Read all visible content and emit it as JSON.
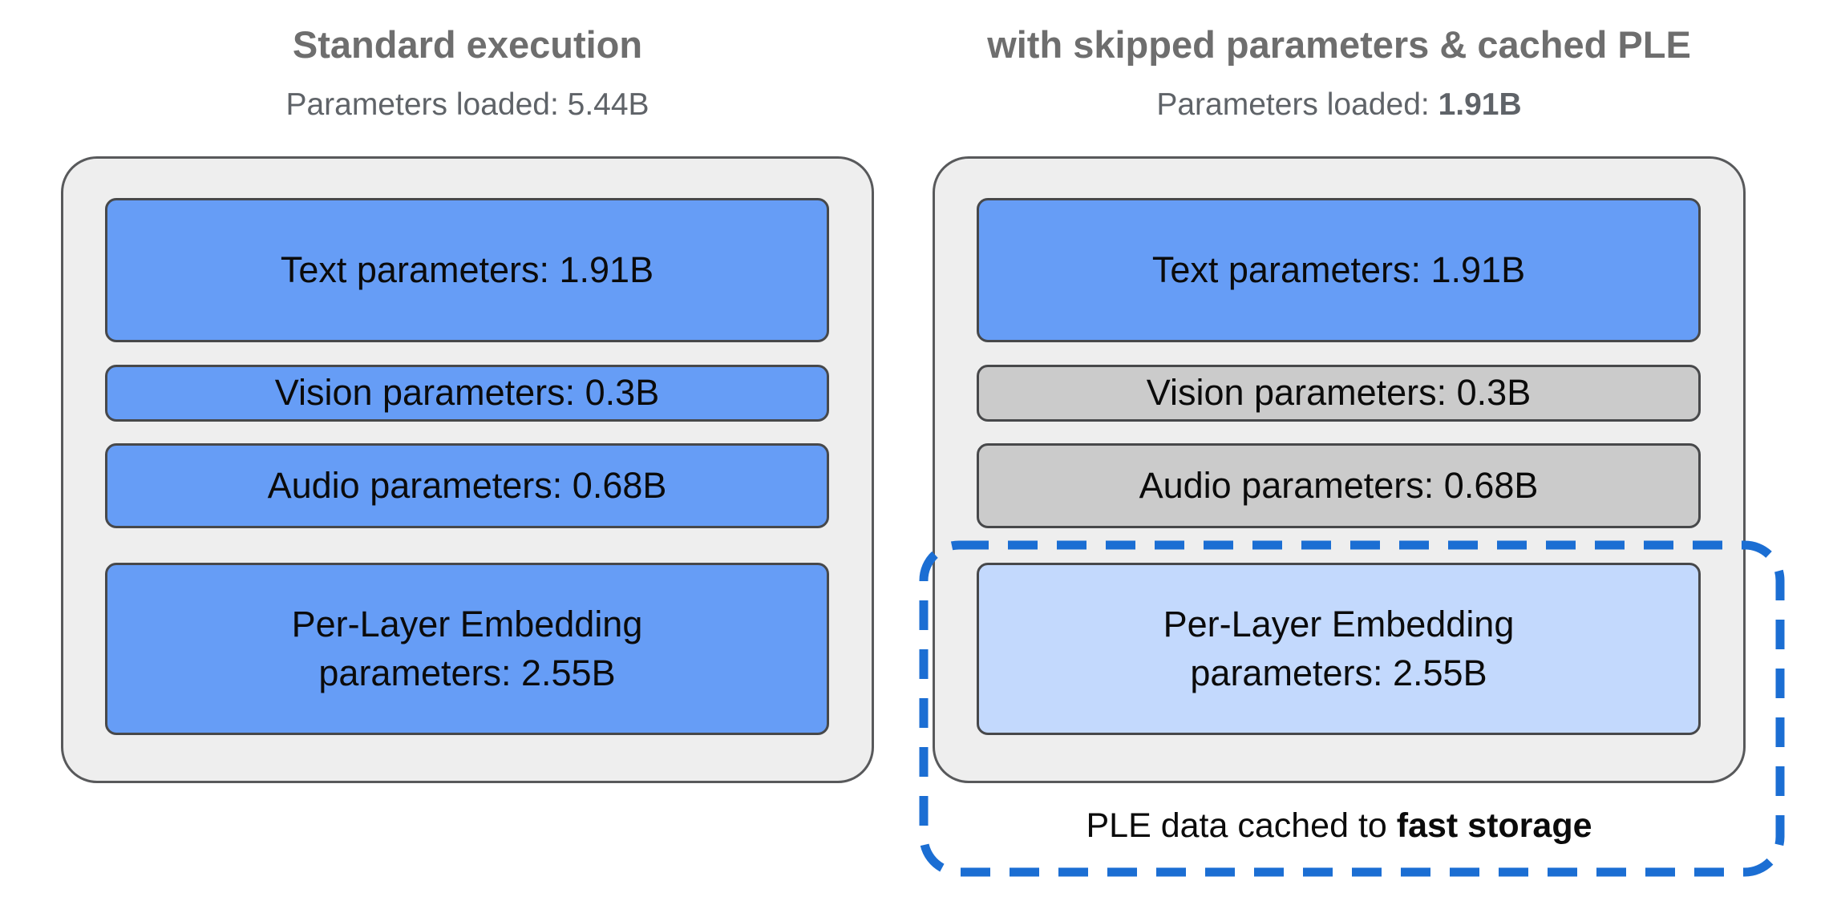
{
  "colors": {
    "blue": "#669df6",
    "light_blue": "#c3d9fd",
    "gray_box": "#cbcbcb",
    "container": "#eeeeee",
    "container_border": "#58595b",
    "box_border": "#47484a",
    "dash_blue": "#1b6ed3",
    "title_gray": "#6e6e6e",
    "subtitle_gray": "#5f6368",
    "ink": "#0b0b0b"
  },
  "left_panel": {
    "title": "Standard execution",
    "subtitle_label": "Parameters loaded: ",
    "subtitle_value": "5.44B",
    "boxes": [
      {
        "label": "Text parameters: 1.91B",
        "state": "loaded"
      },
      {
        "label": "Vision parameters: 0.3B",
        "state": "loaded"
      },
      {
        "label": "Audio parameters: 0.68B",
        "state": "loaded"
      },
      {
        "label": "Per-Layer Embedding parameters: 2.55B",
        "state": "loaded"
      }
    ]
  },
  "right_panel": {
    "title": "with skipped parameters & cached PLE",
    "subtitle_label": "Parameters loaded: ",
    "subtitle_value": "1.91B",
    "boxes": [
      {
        "label": "Text parameters: 1.91B",
        "state": "loaded"
      },
      {
        "label": "Vision parameters: 0.3B",
        "state": "skipped"
      },
      {
        "label": "Audio parameters: 0.68B",
        "state": "skipped"
      },
      {
        "label": "Per-Layer Embedding parameters: 2.55B",
        "state": "cached"
      }
    ],
    "cache_note_prefix": "PLE data cached to ",
    "cache_note_bold": "fast storage"
  }
}
